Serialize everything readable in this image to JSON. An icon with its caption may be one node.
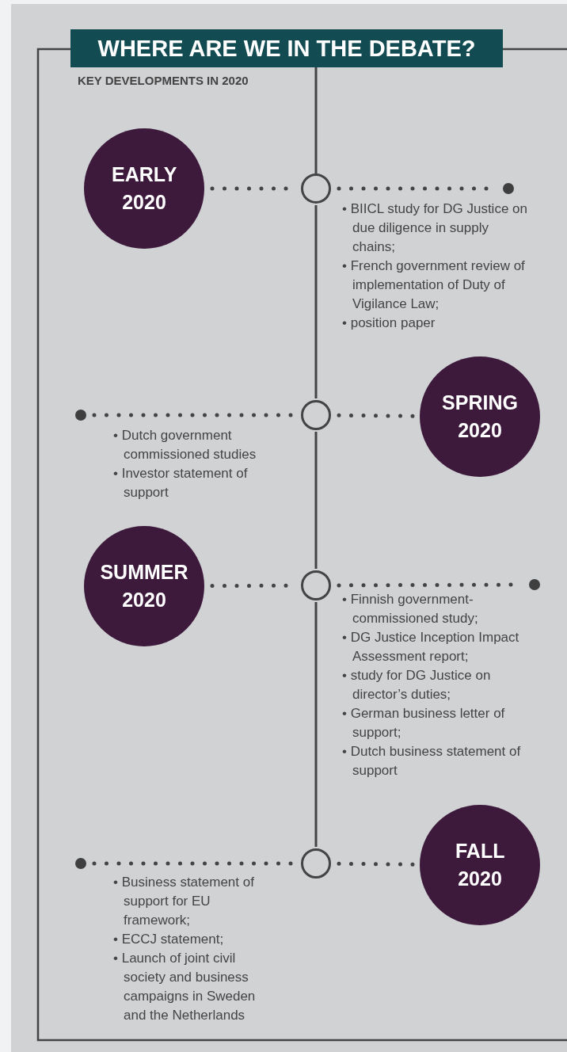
{
  "diagram": {
    "title": "WHERE ARE WE IN THE DEBATE?",
    "nodes": [
      {
        "text": [
          "EARLY 2020"
        ]
      },
      {
        "text": [],
        "shape": "circle"
      },
      {
        "text": [],
        "shape": "dot"
      },
      {
        "text": [],
        "shape": "dot"
      },
      {
        "text": [],
        "shape": "circle"
      },
      {
        "text": [
          "SPRING 2020"
        ]
      },
      {
        "text": [
          "SUMMER 2020"
        ]
      },
      {
        "text": [],
        "shape": "circle"
      },
      {
        "text": [],
        "shape": "dot"
      },
      {
        "text": [],
        "shape": "dot"
      },
      {
        "text": [],
        "shape": "circle"
      },
      {
        "text": [
          "FALL 2020"
        ]
      }
    ],
    "edges": [
      {
        "from": 0,
        "to": 1,
        "arrow": "none",
        "style": "dashed"
      },
      {
        "from": 1,
        "to": 2,
        "arrow": "none",
        "style": "dashed"
      },
      {
        "from": 3,
        "to": 4,
        "arrow": "none",
        "style": "dashed"
      },
      {
        "from": 4,
        "to": 5,
        "arrow": "none",
        "style": "dashed"
      },
      {
        "from": 6,
        "to": 7,
        "arrow": "none",
        "style": "dashed"
      },
      {
        "from": 7,
        "to": 8,
        "arrow": "none",
        "style": "dashed"
      },
      {
        "from": 9,
        "to": 10,
        "arrow": "none",
        "style": "dashed"
      },
      {
        "from": 10,
        "to": 11,
        "arrow": "none",
        "style": "dashed"
      },
      {
        "from": 1,
        "to": 4,
        "arrow": "none"
      },
      {
        "from": 4,
        "to": 7,
        "arrow": "none"
      },
      {
        "from": 7,
        "to": 10,
        "arrow": "none"
      }
    ],
    "labels": [
      "KEY DEVELOPMENTS IN 2020",
      "• BIICL study for DG Justice on due diligence in supply chains;",
      "• French government review of implementation of Duty of Vigilance Law;",
      "• position paper",
      "• Dutch government commissioned studies",
      "• Investor statement of support",
      "• Finnish government-commissioned study;",
      "• DG Justice Inception Impact Assessment report;",
      "• study for DG Justice on director’s duties;",
      "• German business letter of support;",
      "• Dutch business statement of support",
      "• Business statement of support for EU framework;",
      "• ECCJ statement;",
      "• Launch of joint civil society and business campaigns in Sweden and the Netherlands"
    ]
  }
}
